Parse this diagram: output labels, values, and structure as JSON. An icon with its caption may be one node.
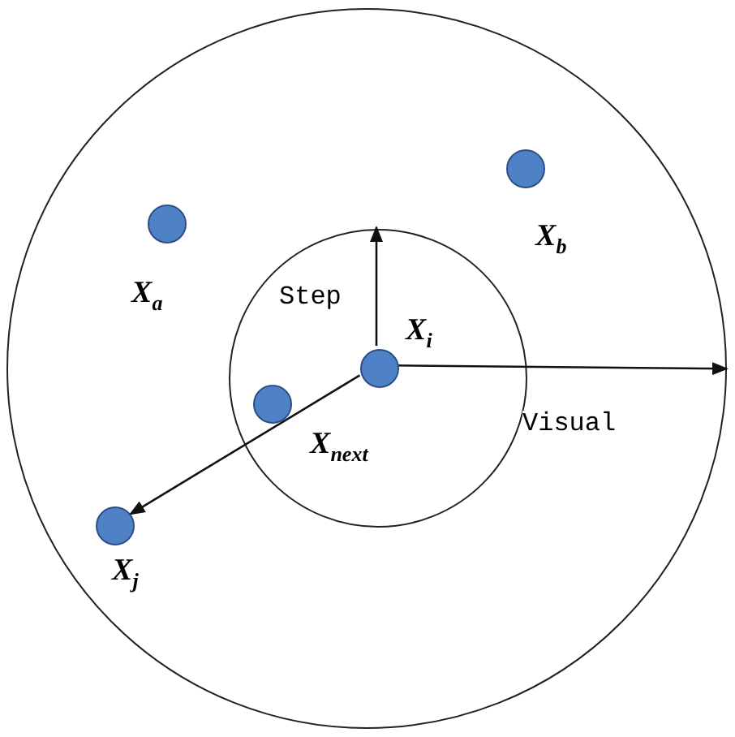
{
  "diagram": {
    "nodes": [
      {
        "text": [],
        "shape": "circle"
      },
      {
        "text": [],
        "shape": "circle",
        "in": 0,
        "beside": [
          "X$_{a}$"
        ]
      },
      {
        "text": [],
        "shape": "circle",
        "in": 0,
        "beside": [
          "X$_{b}$"
        ]
      },
      {
        "text": [],
        "shape": "circle",
        "in": 0
      },
      {
        "text": [],
        "shape": "circle",
        "in": 3,
        "beside": [
          "X$_{i}$"
        ]
      },
      {
        "text": [],
        "shape": "circle",
        "in": 3,
        "beside": [
          "X$_{next}$"
        ]
      },
      {
        "text": [],
        "shape": "circle",
        "in": 0,
        "beside": [
          "X$_{j}$"
        ]
      }
    ],
    "edges": [
      {
        "from": 4,
        "to": 3,
        "arrow": "to",
        "label": "Step"
      },
      {
        "from": 4,
        "to": 0,
        "arrow": "to",
        "label": "Visual"
      },
      {
        "from": 4,
        "to": 6,
        "arrow": "to"
      }
    ]
  }
}
